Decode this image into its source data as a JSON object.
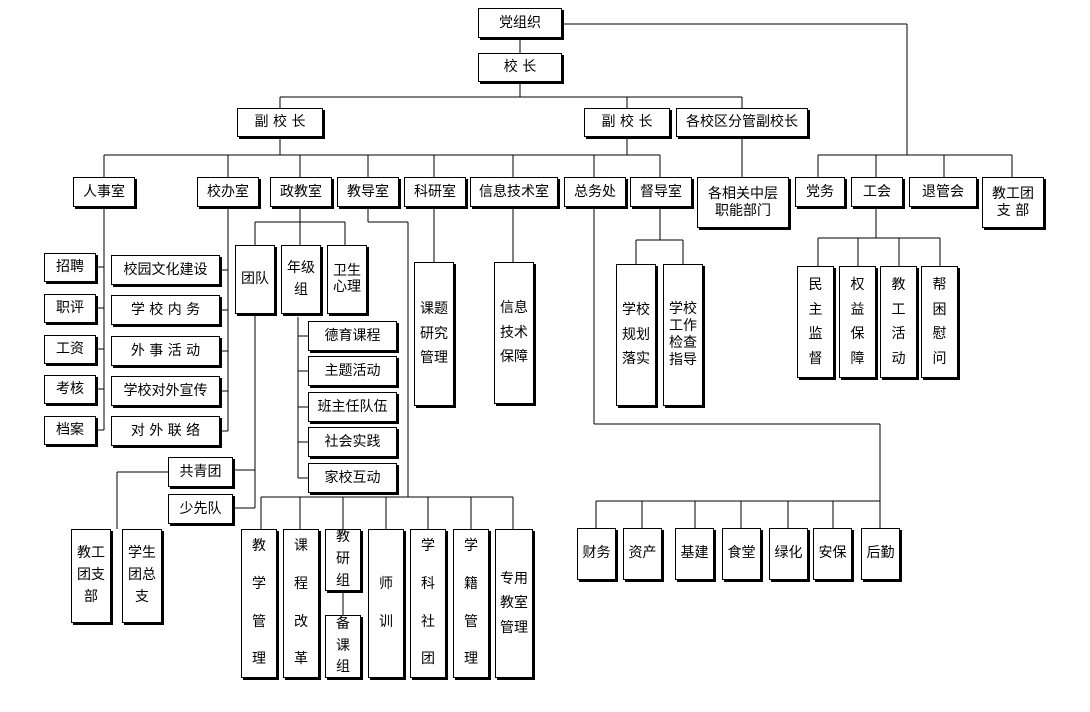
{
  "org_chart": {
    "party": "党组织",
    "principal": "校 长",
    "vp_left": "副 校 长",
    "vp_right": "副 校 长",
    "campus_vp": "各校区分管副校长",
    "depts": {
      "hr": "人事室",
      "office": "校办室",
      "politics": "政教室",
      "teaching": "教导室",
      "research": "科研室",
      "it": "信息技术室",
      "general": "总务处",
      "supervision": "督导室",
      "middle": "各相关中层\n职能部门",
      "party_affairs": "党务",
      "union": "工会",
      "retired": "退管会",
      "staff_league": "教工团\n支 部"
    },
    "hr_items": [
      "招聘",
      "职评",
      "工资",
      "考核",
      "档案"
    ],
    "office_items": [
      "校园文化建设",
      "学 校 内 务",
      "外 事 活 动",
      "学校对外宣传",
      "对 外 联 络"
    ],
    "politics_items": {
      "league": "团队",
      "grade": "年级组",
      "health": "卫生心理"
    },
    "moral_items": [
      "德育课程",
      "主题活动",
      "班主任队伍",
      "社会实践",
      "家校互动"
    ],
    "youth_league": "共青团",
    "pioneers": "少先队",
    "league_sub": [
      "教工团支部",
      "学生团总支"
    ],
    "teaching_items": {
      "mgmt": "教学管理",
      "reform": "课程改革",
      "research_group": "教研组",
      "prep_group": "备课组",
      "training": "师训",
      "clubs": "学科社团",
      "records": "学籍管理",
      "classrooms": "专用教室管理"
    },
    "research_item": "课题研究管理",
    "it_item": "信息技术保障",
    "supervision_items": [
      "学校规划落实",
      "学校工作检查指导"
    ],
    "general_items": [
      "财务",
      "资产",
      "基建",
      "食堂",
      "绿化",
      "安保",
      "后勤"
    ],
    "union_items": [
      "民主监督",
      "权益保障",
      "教工活动",
      "帮困慰问"
    ]
  }
}
